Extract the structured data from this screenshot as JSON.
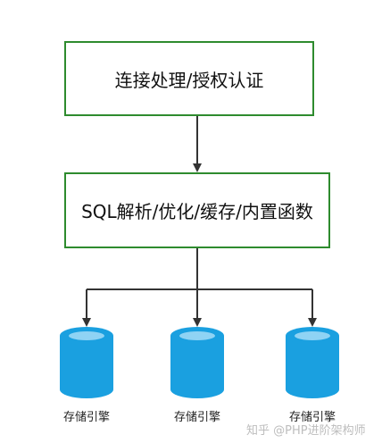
{
  "boxes": {
    "top": "连接处理/授权认证",
    "middle": "SQL解析/优化/缓存/内置函数"
  },
  "storage": [
    {
      "label": "存储引擎"
    },
    {
      "label": "存储引擎"
    },
    {
      "label": "存储引擎"
    }
  ],
  "watermark": "知乎 @PHP进阶架构师",
  "colors": {
    "box_border": "#2e8b2e",
    "cylinder_fill": "#1aa0e0",
    "cylinder_top": "#8fd3f4",
    "arrow": "#333333"
  }
}
